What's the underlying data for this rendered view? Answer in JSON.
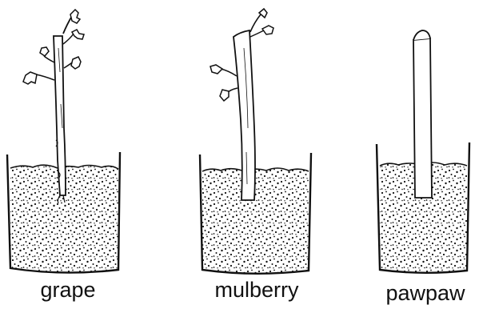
{
  "figure": {
    "ink_color": "#111111",
    "background_color": "#ffffff",
    "containers": [
      {
        "id": "grape",
        "label": "grape",
        "cutting": "leafy stem with roots"
      },
      {
        "id": "mulberry",
        "label": "mulberry",
        "cutting": "stem with a few leaves"
      },
      {
        "id": "pawpaw",
        "label": "pawpaw",
        "cutting": "bare stem, cut top"
      }
    ]
  }
}
